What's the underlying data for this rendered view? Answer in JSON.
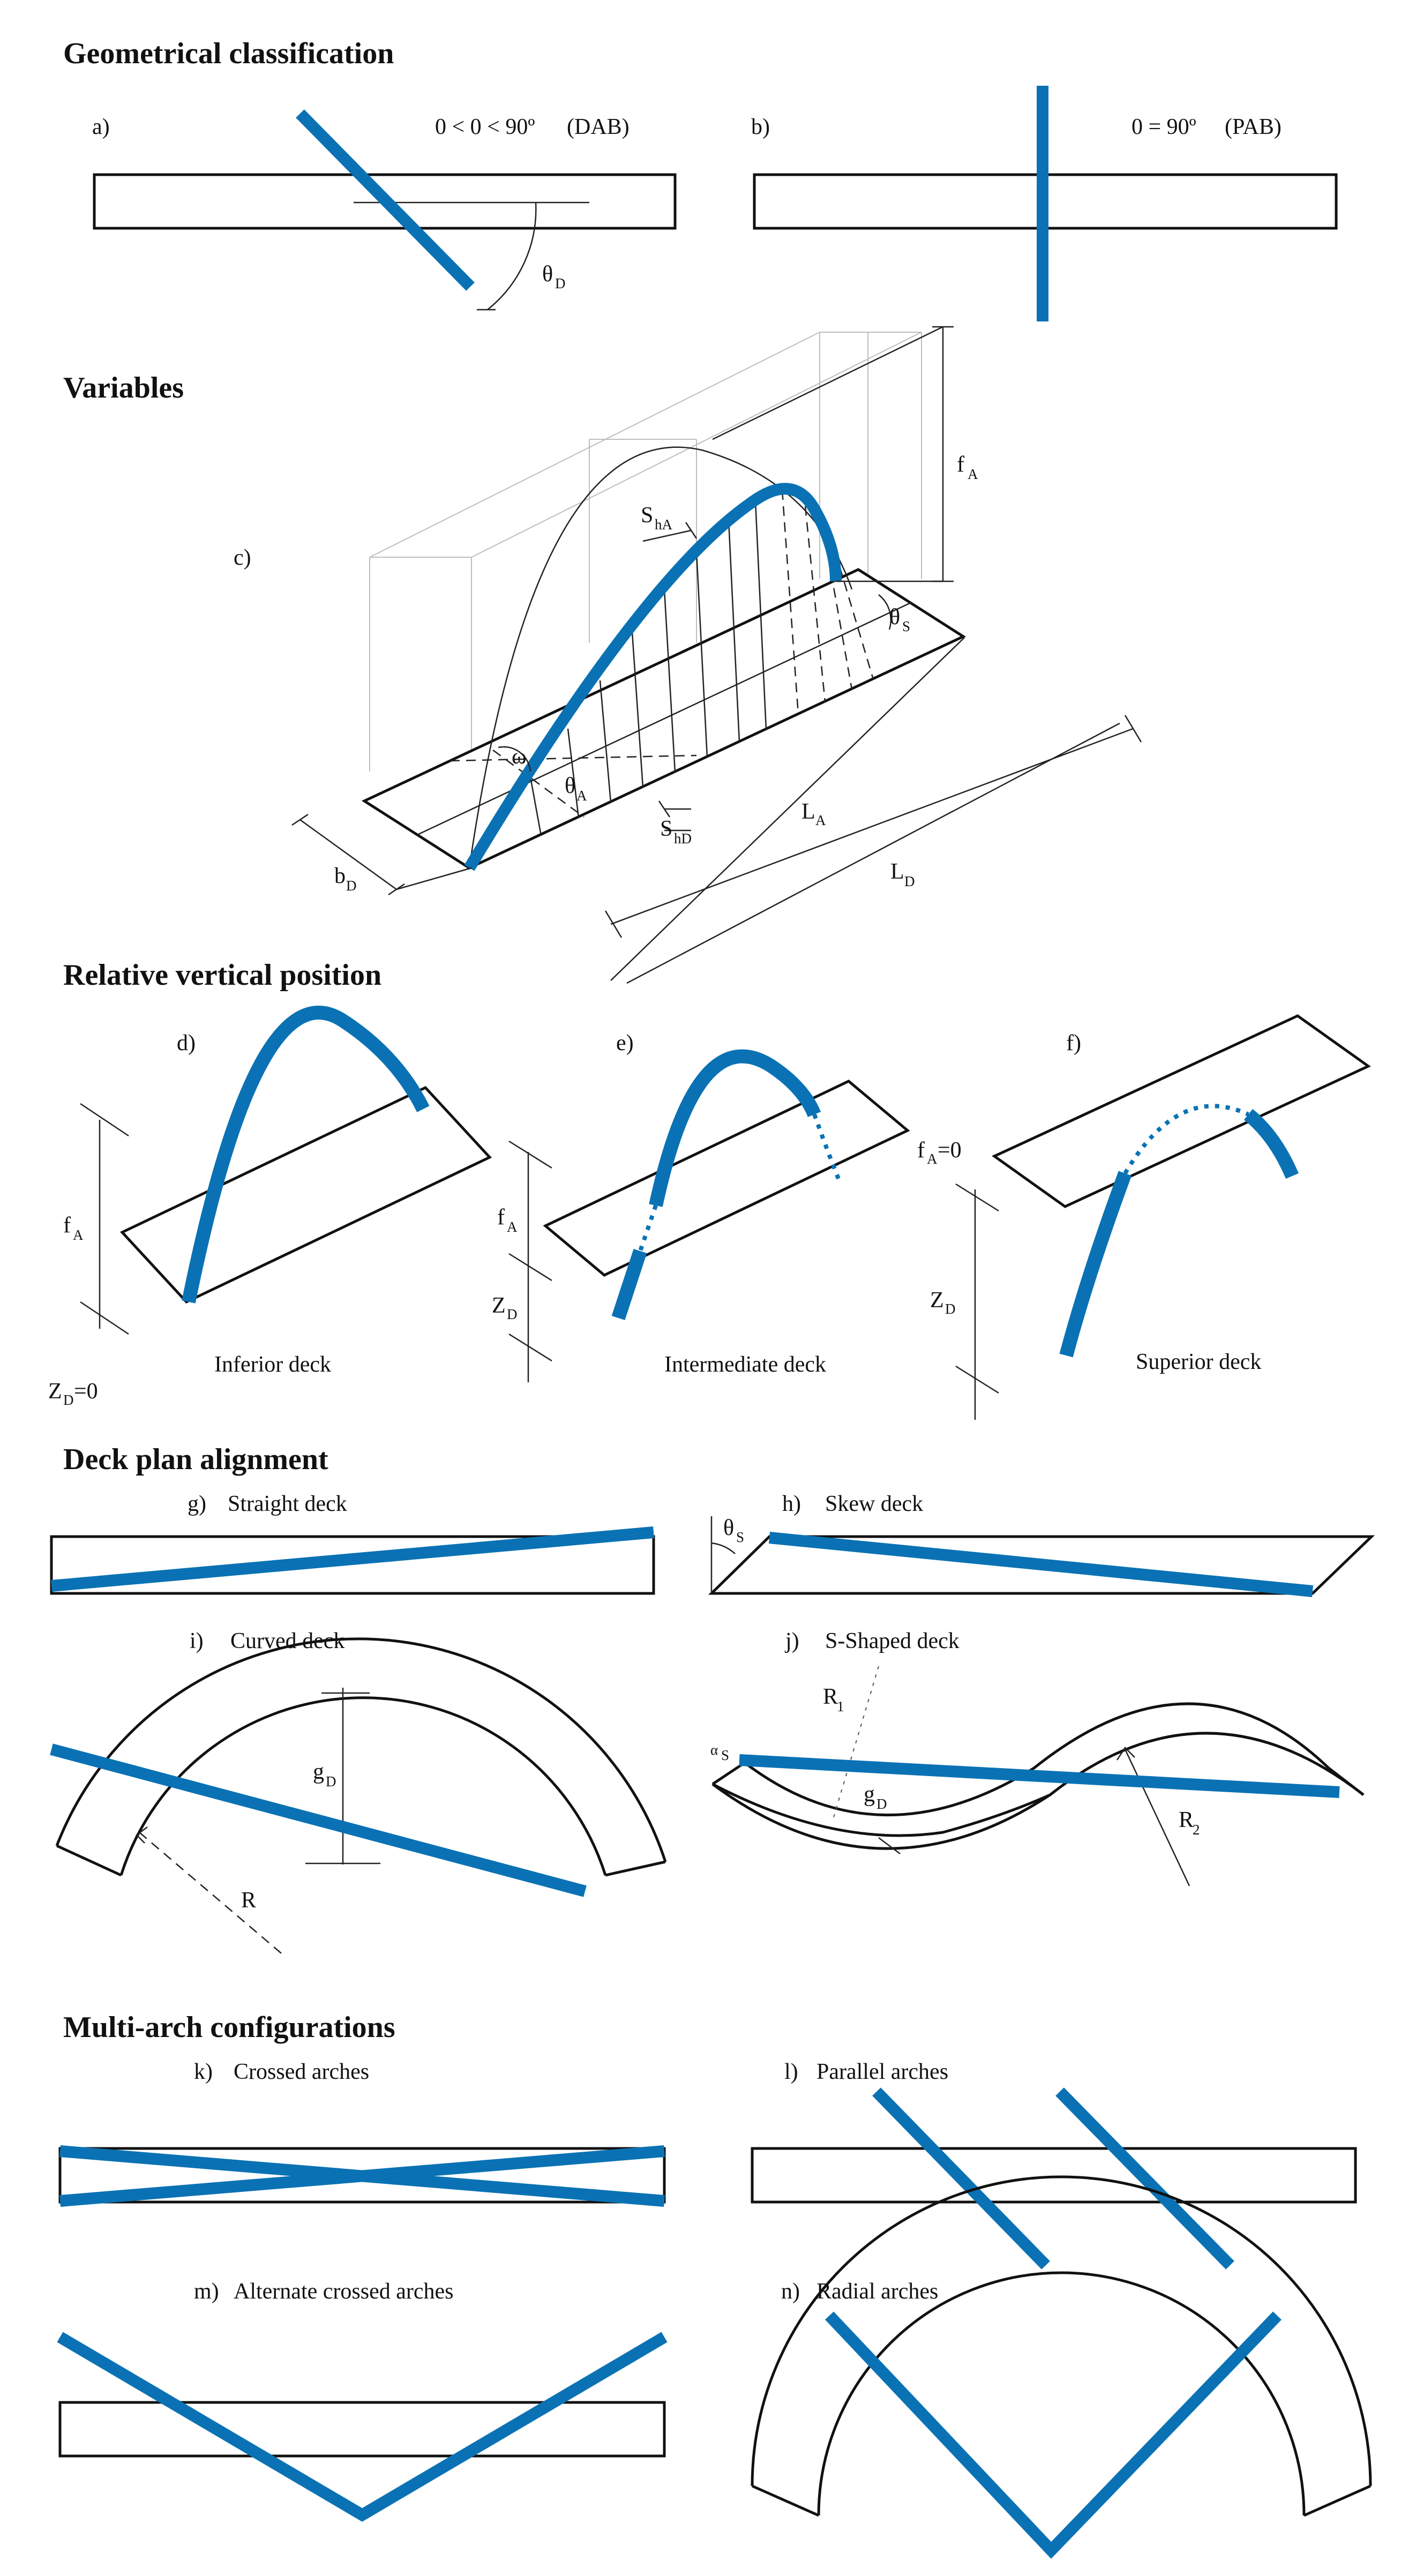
{
  "headings": {
    "geometrical": "Geometrical classification",
    "variables": "Variables",
    "vertical": "Relative vertical position",
    "alignment": "Deck plan alignment",
    "multi": "Multi-arch configurations"
  },
  "panels": {
    "a": {
      "letter": "a)",
      "formula": "0 < 0 < 90º",
      "type": "(DAB)",
      "theta": "θ",
      "theta_sub": "D"
    },
    "b": {
      "letter": "b)",
      "formula": "0 = 90º",
      "type": "(PAB)"
    },
    "c": {
      "letter": "c)",
      "fA": "f",
      "fA_sub": "A",
      "ShA": "S",
      "ShA_sub": "hA",
      "theta": "θ",
      "theta_sub": "S",
      "omega": "ω",
      "thetaA": "θ",
      "thetaA_sub": "A",
      "ShD": "S",
      "ShD_sub": "hD",
      "LA": "L",
      "LA_sub": "A",
      "LD": "L",
      "LD_sub": "D",
      "bD": "b",
      "bD_sub": "D"
    },
    "d": {
      "letter": "d)",
      "caption": "Inferior deck",
      "fA": "f",
      "fA_sub": "A",
      "ZD": "Z",
      "ZD_sub": "D",
      "ZD_val": "=0"
    },
    "e": {
      "letter": "e)",
      "caption": "Intermediate deck",
      "fA": "f",
      "fA_sub": "A",
      "ZD": "Z",
      "ZD_sub": "D"
    },
    "f": {
      "letter": "f)",
      "caption": "Superior deck",
      "fA": "f",
      "fA_sub": "A",
      "fA_val": "=0",
      "ZD": "Z",
      "ZD_sub": "D"
    },
    "g": {
      "letter": "g)",
      "caption": "Straight deck"
    },
    "h": {
      "letter": "h)",
      "caption": "Skew deck",
      "theta": "θ",
      "theta_sub": "S"
    },
    "i": {
      "letter": "i)",
      "caption": "Curved deck",
      "g": "g",
      "g_sub": "D",
      "R": "R"
    },
    "j": {
      "letter": "j)",
      "caption": "S-Shaped deck",
      "R1": "R",
      "R1_sub": "1",
      "R2": "R",
      "R2_sub": "2",
      "g": "g",
      "g_sub": "D",
      "alpha": "α",
      "alpha_sub": "S"
    },
    "k": {
      "letter": "k)",
      "caption": "Crossed arches"
    },
    "l": {
      "letter": "l)",
      "caption": "Parallel arches"
    },
    "m": {
      "letter": "m)",
      "caption": "Alternate crossed arches"
    },
    "n": {
      "letter": "n)",
      "caption": "Radial arches"
    }
  },
  "colors": {
    "arch": "#0a72b4",
    "line": "#111111"
  }
}
